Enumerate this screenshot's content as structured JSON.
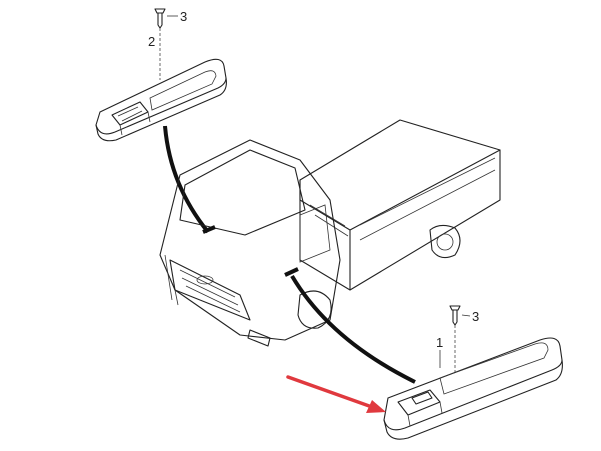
{
  "diagram": {
    "callouts": {
      "upper_screw": "3",
      "upper_switch": "2",
      "lower_screw": "3",
      "lower_switch": "1"
    },
    "colors": {
      "line": "#222222",
      "leader": "#111111",
      "arrow": "#e0393e"
    }
  }
}
